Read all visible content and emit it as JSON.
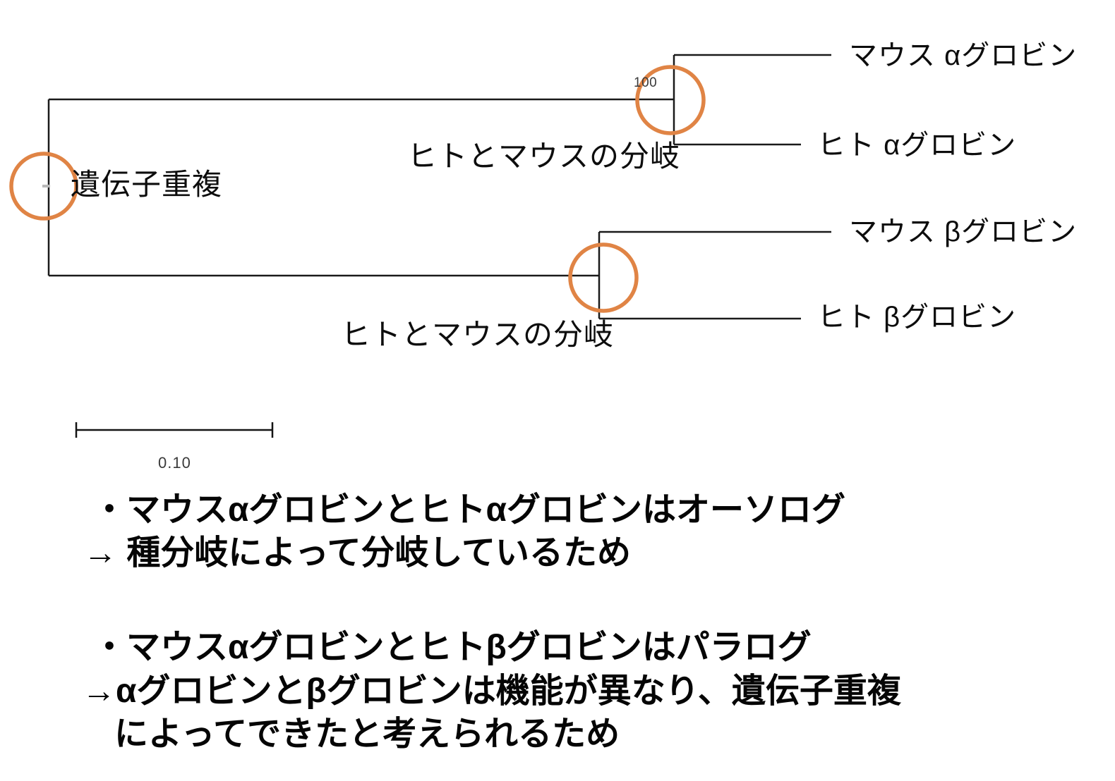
{
  "figure": {
    "type": "phylogenetic-tree",
    "highlight_color": "#E08445",
    "line_color": "#1a1a1a"
  },
  "tree": {
    "taxa": [
      {
        "id": "mouse-alpha-globin",
        "label": "マウス αグロビン"
      },
      {
        "id": "human-alpha-globin",
        "label": "ヒト αグロビン"
      },
      {
        "id": "mouse-beta-globin",
        "label": "マウス βグロビン"
      },
      {
        "id": "human-beta-globin",
        "label": "ヒト βグロビン"
      }
    ],
    "root_label": "遺伝子重複",
    "divergence_label_top": "ヒトとマウスの分岐",
    "divergence_label_bottom": "ヒトとマウスの分岐",
    "bootstrap_value": "100",
    "scale_bar_value": "0.10"
  },
  "notes": {
    "ortholog": {
      "line1": "・マウスαグロビンとヒトαグロビンはオーソログ",
      "line2": "→ 種分岐によって分岐しているため"
    },
    "paralog": {
      "line1": "・マウスαグロビンとヒトβグロビンはパラログ",
      "line2": "→αグロビンとβグロビンは機能が異なり、遺伝子重複",
      "line3": "によってできたと考えられるため"
    }
  }
}
